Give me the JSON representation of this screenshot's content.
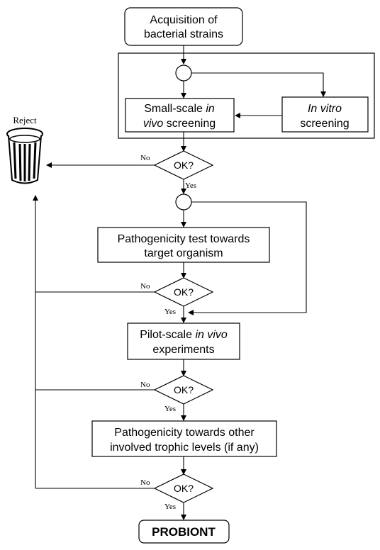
{
  "start": {
    "line1": "Acquisition of",
    "line2": "bacterial strains"
  },
  "small_scale": {
    "line1_a": "Small-scale ",
    "line1_b": "in",
    "line2_a": "vivo",
    "line2_b": " screening"
  },
  "in_vitro": {
    "line1": "In vitro",
    "line2": "screening"
  },
  "reject": {
    "label": "Reject"
  },
  "decision": {
    "ok": "OK?",
    "no": "No",
    "yes": "Yes"
  },
  "pathogenicity_target": {
    "line1": "Pathogenicity test towards",
    "line2": "target organism"
  },
  "pilot": {
    "line1_a": "Pilot-scale ",
    "line1_b": "in vivo",
    "line2": "experiments"
  },
  "pathogenicity_other": {
    "line1": "Pathogenicity towards other",
    "line2": "involved trophic levels (if any)"
  },
  "final": {
    "label": "PROBIONT"
  }
}
